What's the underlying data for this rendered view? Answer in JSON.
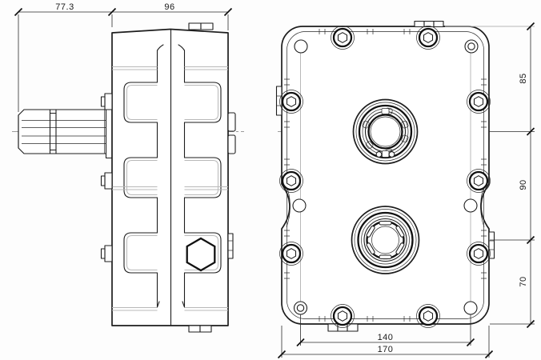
{
  "drawing": {
    "dims": {
      "top": [
        "77.3",
        "96"
      ],
      "right": [
        "85",
        "90",
        "70"
      ],
      "bottom": [
        "140",
        "170"
      ]
    },
    "colors": {
      "line": "#1d1d1d",
      "bold_line": "#111111",
      "light_line": "#b8b8b8",
      "centerline": "#9b9b9b",
      "dimension_text": "#1a1a1a",
      "background": "#fdfdfd"
    }
  }
}
